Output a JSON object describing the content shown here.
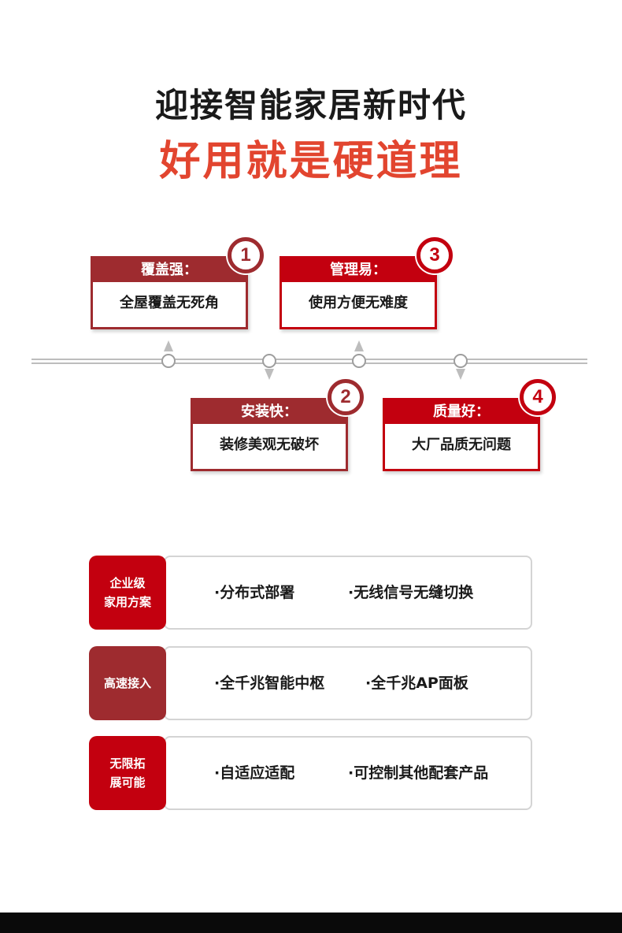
{
  "header": {
    "title_line1": "迎接智能家居新时代",
    "title_line2": "好用就是硬道理"
  },
  "colors": {
    "accent_red": "#e2452f",
    "deep_red": "#c3000f",
    "dark_red": "#9e2b2f",
    "text_dark": "#1a1a1a"
  },
  "features": [
    {
      "number": "1",
      "title": "覆盖强：",
      "desc": "全屋覆盖无死角"
    },
    {
      "number": "2",
      "title": "安装快：",
      "desc": "装修美观无破坏"
    },
    {
      "number": "3",
      "title": "管理易：",
      "desc": "使用方便无难度"
    },
    {
      "number": "4",
      "title": "质量好：",
      "desc": "大厂品质无问题"
    }
  ],
  "solutions": [
    {
      "tag": "企业级\n家用方案",
      "items": [
        "·分布式部署",
        "·无线信号无缝切换"
      ]
    },
    {
      "tag": "高速接入",
      "items": [
        "·全千兆智能中枢",
        "·全千兆AP面板"
      ]
    },
    {
      "tag": "无限拓\n展可能",
      "items": [
        "·自适应适配",
        "·可控制其他配套产品"
      ]
    }
  ]
}
